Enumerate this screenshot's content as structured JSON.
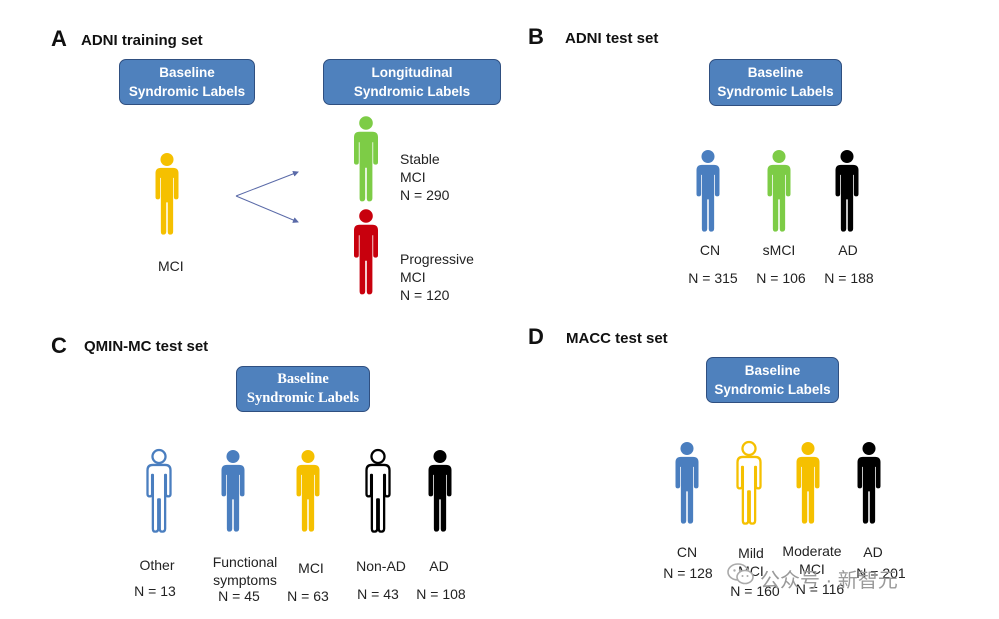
{
  "colors": {
    "box_fill": "#4f81bd",
    "blue": "#4a7ebf",
    "green": "#7dcc46",
    "yellow": "#f5c000",
    "red": "#c8000d",
    "black": "#000000"
  },
  "panel_a": {
    "letter": "A",
    "title": "ADNI training set",
    "baseline_box": [
      "Baseline",
      "Syndromic Labels"
    ],
    "longitudinal_box": [
      "Longitudinal",
      "Syndromic Labels"
    ],
    "baseline_figure": {
      "label": "MCI",
      "icon": "person-icon",
      "color": "yellow"
    },
    "stable": {
      "lines": [
        "Stable",
        "MCI",
        "N = 290"
      ],
      "icon": "person-icon",
      "color": "green"
    },
    "progressive": {
      "lines": [
        "Progressive",
        "MCI",
        "N = 120"
      ],
      "icon": "person-icon",
      "color": "red"
    }
  },
  "panel_b": {
    "letter": "B",
    "title": "ADNI test set",
    "box": [
      "Baseline",
      "Syndromic Labels"
    ],
    "figures": [
      {
        "label": "CN",
        "n": "N = 315",
        "color": "blue",
        "style": "solid"
      },
      {
        "label": "sMCI",
        "n": "N = 106",
        "color": "green",
        "style": "solid"
      },
      {
        "label": "AD",
        "n": "N = 188",
        "color": "black",
        "style": "solid"
      }
    ]
  },
  "panel_c": {
    "letter": "C",
    "title": "QMIN-MC test set",
    "box": [
      "Baseline",
      "Syndromic Labels"
    ],
    "figures": [
      {
        "label": "Other",
        "n": "N = 13",
        "color": "blue",
        "style": "outline"
      },
      {
        "label": "Functional\nsymptoms",
        "n": "N = 45",
        "color": "blue",
        "style": "solid"
      },
      {
        "label": "MCI",
        "n": "N = 63",
        "color": "yellow",
        "style": "solid"
      },
      {
        "label": "Non-AD",
        "n": "N = 43",
        "color": "black",
        "style": "outline"
      },
      {
        "label": "AD",
        "n": "N = 108",
        "color": "black",
        "style": "solid"
      }
    ]
  },
  "panel_d": {
    "letter": "D",
    "title": "MACC test set",
    "box": [
      "Baseline",
      "Syndromic Labels"
    ],
    "figures": [
      {
        "label": "CN",
        "n": "N = 128",
        "color": "blue",
        "style": "solid"
      },
      {
        "label": "Mild\nMCI",
        "n": "N = 160",
        "color": "yellow",
        "style": "outline"
      },
      {
        "label": "Moderate\nMCI",
        "n": "N = 116",
        "color": "yellow",
        "style": "solid"
      },
      {
        "label": "AD",
        "n": "N = 201",
        "color": "black",
        "style": "solid"
      }
    ]
  },
  "watermark": {
    "text": "公众号 · 新智元",
    "icon": "wechat-icon"
  }
}
